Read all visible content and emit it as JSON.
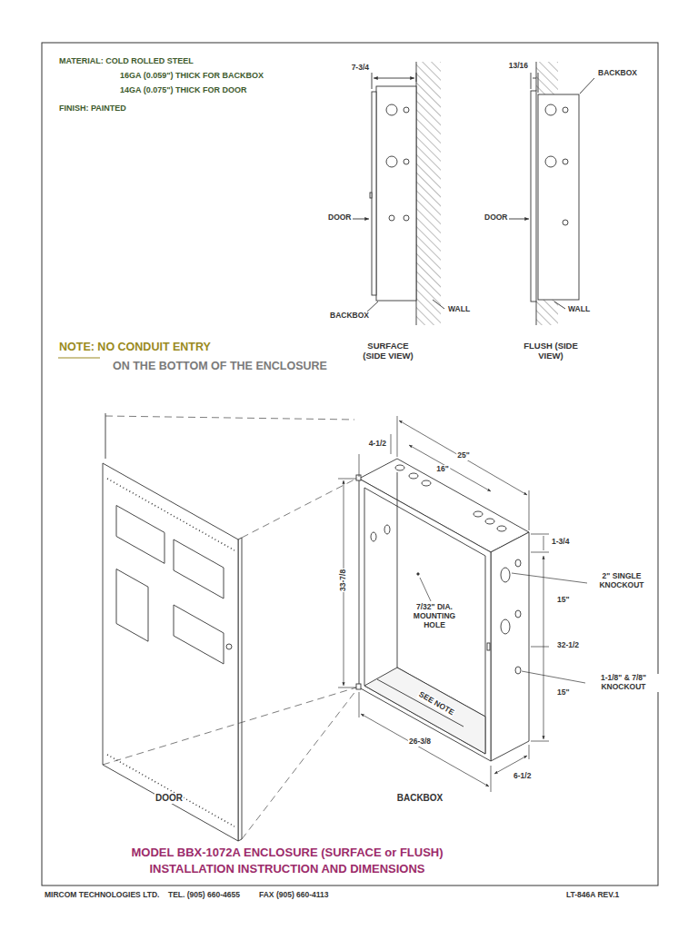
{
  "diagram": {
    "title": "MODEL BBX-1072A ENCLOSURE (SURFACE or FLUSH) INSTALLATION INSTRUCTION AND DIMENSIONS",
    "labels": [
      "MATERIAL: COLD ROLLED STEEL",
      "16GA (0.059\") THICK FOR BACKBOX",
      "14GA (0.075\") THICK FOR DOOR",
      "FINISH: PAINTED",
      "7-3/4",
      "13/16",
      "BACKBOX",
      "DOOR",
      "DOOR",
      "BACKBOX",
      "WALL",
      "WALL",
      "NOTE: NO CONDUIT ENTRY",
      "ON THE BOTTOM OF THE ENCLOSURE",
      "SURFACE (SIDE VIEW)",
      "FLUSH (SIDE VIEW)",
      "4-1/2",
      "25\"",
      "16\"",
      "1-3/4",
      "2\" SINGLE KNOCKOUT",
      "33-7/8",
      "7/32\" DIA. MOUNTING HOLE",
      "15\"",
      "32-1/2",
      "15\"",
      "1-1/8\" & 7/8\" KNOCKOUT",
      "SEE NOTE",
      "26-3/8",
      "6-1/2",
      "DOOR",
      "BACKBOX",
      "MIRCOM TECHNOLOGIES LTD.",
      "TEL. (905) 660-4655",
      "FAX (905) 660-4113",
      "LT-846A REV.1"
    ]
  }
}
